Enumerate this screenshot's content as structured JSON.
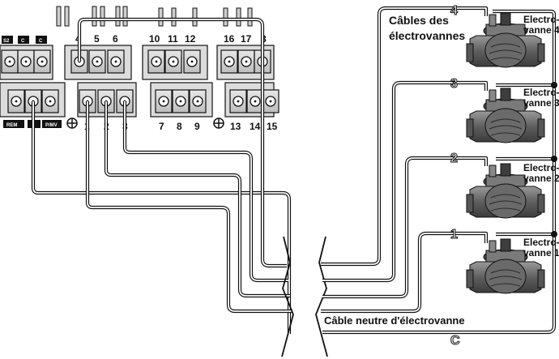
{
  "header": {
    "cables_title_line1": "Câbles des",
    "cables_title_line2": "électrovannes",
    "neutral_label": "Câble neutre d'électrovanne"
  },
  "valves": [
    {
      "number": "4",
      "label_line1": "Electro-",
      "label_line2": "vanne 4"
    },
    {
      "number": "3",
      "label_line1": "Electro-",
      "label_line2": "vanne 3"
    },
    {
      "number": "2",
      "label_line1": "Electro-",
      "label_line2": "vanne 2"
    },
    {
      "number": "1",
      "label_line1": "Electro-",
      "label_line2": "vanne 1"
    }
  ],
  "common_marker": "C",
  "terminals": {
    "top_numbers": [
      "4",
      "5",
      "6",
      "10",
      "11",
      "12",
      "16",
      "17",
      "8"
    ],
    "bottom_numbers": [
      "1",
      "2",
      "3",
      "7",
      "8",
      "9",
      "13",
      "14",
      "15"
    ],
    "left_tags": [
      "S2",
      "C",
      "C"
    ],
    "bottom_tags": [
      "REM",
      "P/MV"
    ]
  },
  "colors": {
    "ink": "#111111",
    "housing": "#d9d9d9",
    "valve_body": "#6d6d6d",
    "background": "#ffffff"
  }
}
